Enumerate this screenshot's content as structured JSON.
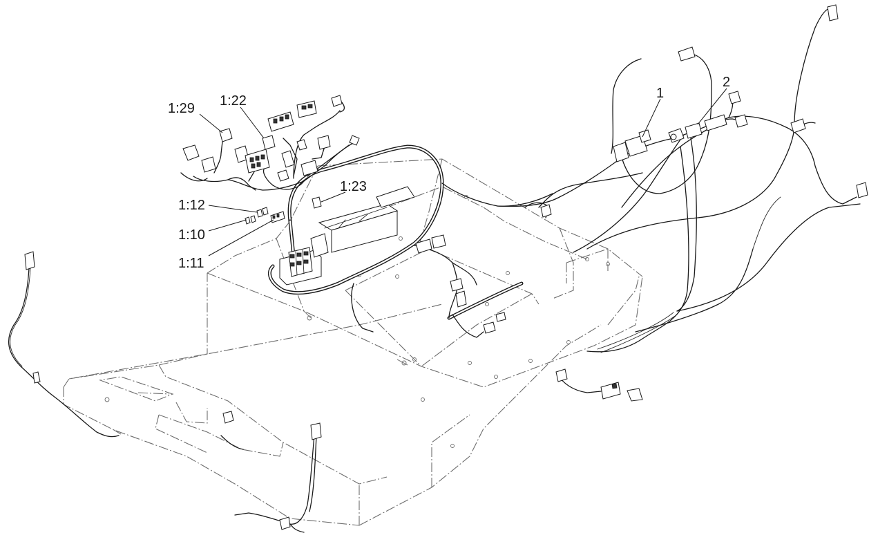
{
  "callouts": [
    {
      "id": "c129",
      "label": "1:29"
    },
    {
      "id": "c122",
      "label": "1:22"
    },
    {
      "id": "c123",
      "label": "1:23"
    },
    {
      "id": "c112",
      "label": "1:12"
    },
    {
      "id": "c110",
      "label": "1:10"
    },
    {
      "id": "c111",
      "label": "1:11"
    },
    {
      "id": "c1",
      "label": "1"
    },
    {
      "id": "c2",
      "label": "2"
    }
  ],
  "style": {
    "line_color": "#1a1a1a",
    "frame_color": "#6d6d6d",
    "background": "#ffffff"
  }
}
